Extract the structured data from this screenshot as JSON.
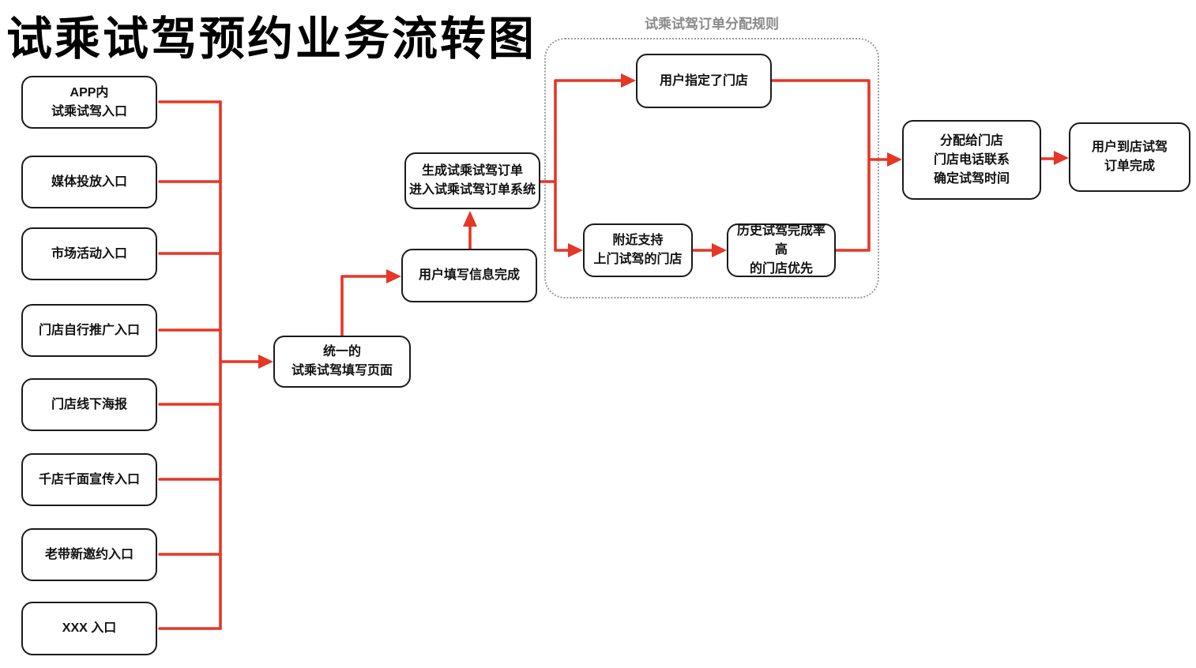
{
  "title": "试乘试驾预约业务流转图",
  "colors": {
    "arrow_red": "#e53627",
    "node_border": "#1b1b1b",
    "group_border": "#9b9b9b",
    "group_label_color": "#8a8a8a"
  },
  "entries": [
    {
      "label": "APP内\n试乘试驾入口"
    },
    {
      "label": "媒体投放入口"
    },
    {
      "label": "市场活动入口"
    },
    {
      "label": "门店自行推广入口"
    },
    {
      "label": "门店线下海报"
    },
    {
      "label": "千店千面宣传入口"
    },
    {
      "label": "老带新邀约入口"
    },
    {
      "label": "XXX 入口"
    }
  ],
  "flow": {
    "unified_page": "统一的\n试乘试驾填写页面",
    "fill_complete": "用户填写信息完成",
    "order_created": "生成试乘试驾订单\n进入试乘试驾订单系统",
    "group_label": "试乘试驾订单分配规则",
    "user_specified_store": "用户指定了门店",
    "nearby_store": "附近支持\n上门试驾的门店",
    "history_priority": "历史试驾完成率高\n的门店优先",
    "assign_store": "分配给门店\n门店电话联系\n确定试驾时间",
    "order_done": "用户到店试驾\n订单完成"
  }
}
